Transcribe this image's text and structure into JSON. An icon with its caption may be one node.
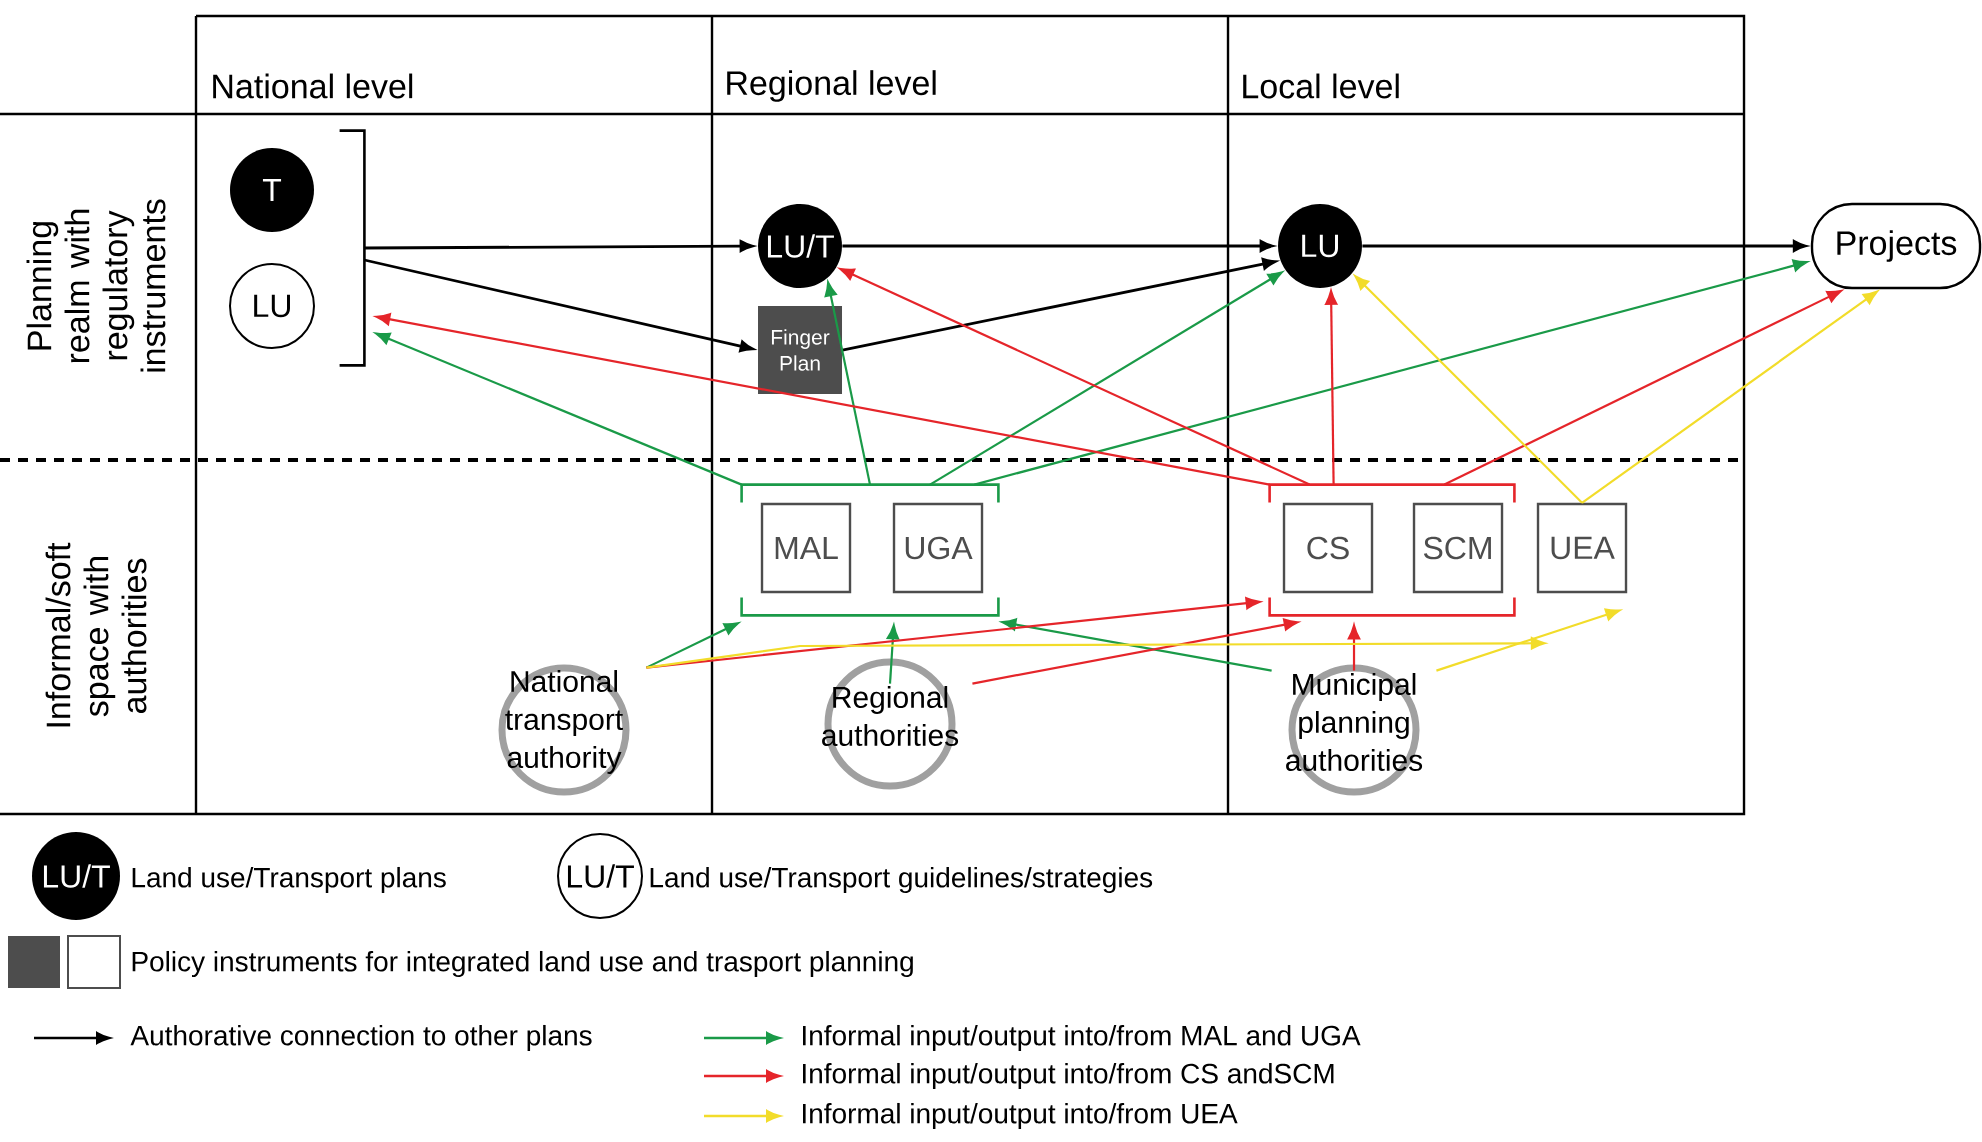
{
  "diagram": {
    "nodes": [
      {
        "text": [
          "T"
        ]
      },
      {
        "text": [
          "LU"
        ]
      },
      {
        "text": [],
        "shape": "bracket"
      },
      {
        "text": [
          "LU/T"
        ]
      },
      {
        "text": [
          "Finger Plan"
        ]
      },
      {
        "text": [
          "LU"
        ]
      },
      {
        "text": [
          "Projects"
        ]
      },
      {
        "text": [],
        "shape": "bracket"
      },
      {
        "text": [
          "MAL"
        ],
        "in": 7
      },
      {
        "text": [
          "UGA"
        ],
        "in": 7
      },
      {
        "text": [],
        "shape": "bracket"
      },
      {
        "text": [
          "CS"
        ],
        "in": 10
      },
      {
        "text": [
          "SCM"
        ],
        "in": 10
      },
      {
        "text": [
          "UEA"
        ]
      },
      {
        "text": [
          "National transport authority"
        ]
      },
      {
        "text": [
          "Regional authorities"
        ]
      },
      {
        "text": [
          "Municipal planning authorities"
        ]
      }
    ],
    "edges": [
      {
        "from": 2,
        "to": 3,
        "arrow": "to",
        "color": "#000000"
      },
      {
        "from": 2,
        "to": 4,
        "arrow": "to",
        "color": "#000000"
      },
      {
        "from": 3,
        "to": 5,
        "arrow": "to",
        "color": "#000000"
      },
      {
        "from": 4,
        "to": 5,
        "arrow": "to",
        "color": "#000000"
      },
      {
        "from": 5,
        "to": 6,
        "arrow": "to",
        "color": "#000000"
      },
      {
        "from": 7,
        "to": 2,
        "arrow": "to",
        "color": "#1a9a48"
      },
      {
        "from": 7,
        "to": 3,
        "arrow": "to",
        "color": "#1a9a48"
      },
      {
        "from": 7,
        "to": 5,
        "arrow": "to",
        "color": "#1a9a48"
      },
      {
        "from": 7,
        "to": 6,
        "arrow": "to",
        "color": "#1a9a48"
      },
      {
        "from": 14,
        "to": 7,
        "arrow": "to",
        "color": "#1a9a48"
      },
      {
        "from": 15,
        "to": 7,
        "arrow": "to",
        "color": "#1a9a48"
      },
      {
        "from": 16,
        "to": 7,
        "arrow": "to",
        "color": "#1a9a48"
      },
      {
        "from": 10,
        "to": 2,
        "arrow": "to",
        "color": "#e5252a"
      },
      {
        "from": 10,
        "to": 3,
        "arrow": "to",
        "color": "#e5252a"
      },
      {
        "from": 10,
        "to": 5,
        "arrow": "to",
        "color": "#e5252a"
      },
      {
        "from": 10,
        "to": 6,
        "arrow": "to",
        "color": "#e5252a"
      },
      {
        "from": 14,
        "to": 10,
        "arrow": "to",
        "color": "#e5252a"
      },
      {
        "from": 15,
        "to": 10,
        "arrow": "to",
        "color": "#e5252a"
      },
      {
        "from": 16,
        "to": 10,
        "arrow": "to",
        "color": "#e5252a"
      },
      {
        "from": 13,
        "to": 5,
        "arrow": "to",
        "color": "#f2dc2a"
      },
      {
        "from": 13,
        "to": 6,
        "arrow": "to",
        "color": "#f2dc2a"
      },
      {
        "from": 14,
        "to": 13,
        "arrow": "to",
        "color": "#f2dc2a"
      },
      {
        "from": 16,
        "to": 13,
        "arrow": "to",
        "color": "#f2dc2a"
      }
    ],
    "labels": [
      "National level",
      "Regional level",
      "Local level",
      "Planning realm with regulatory instruments",
      "Informal/soft space with authorities",
      "LU/T",
      "LU/T"
    ],
    "legend": [
      {
        "text": "Land use/Transport plans"
      },
      {
        "text": "Land use/Transport guidelines/strategies"
      },
      {
        "text": "Policy instruments for integrated land use and trasport planning"
      },
      {
        "text": "Authorative connection to other plans"
      },
      {
        "text": "Informal input/output into/from MAL and UGA"
      },
      {
        "text": "Informal input/output into/from CS andSCM"
      },
      {
        "text": "Informal input/output into/from UEA"
      }
    ]
  }
}
